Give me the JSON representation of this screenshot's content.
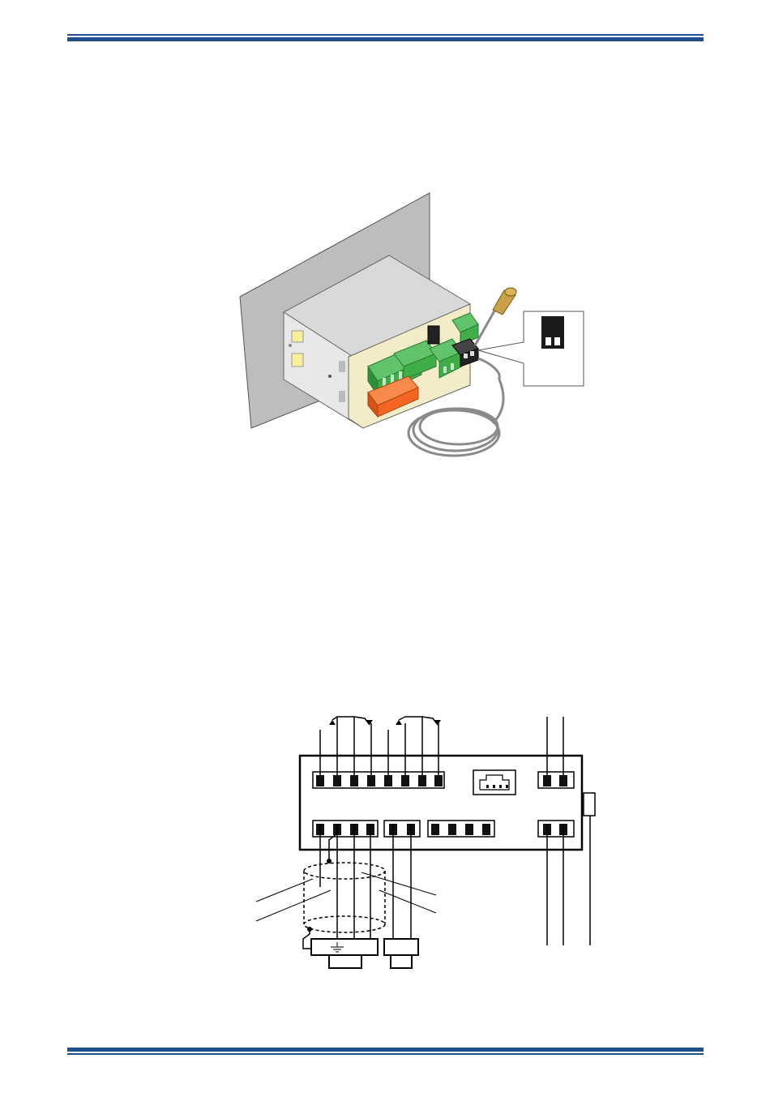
{
  "colors": {
    "rule": "#1f4e8c",
    "panel": "#bdbdbd",
    "housing": "#f2ecc8",
    "terminal_green": "#3fae49",
    "terminal_orange": "#f26522",
    "screwdriver_handle": "#c8a24a",
    "cable": "#8a8a8a",
    "line": "#000000"
  },
  "figure_photo": {
    "description_icon": "controller-rear-view-illustration",
    "dip_switch_positions": 2
  },
  "figure_wiring": {
    "top_terminals": 8,
    "top_right_terminals": 2,
    "bottom_left_terminals": 4,
    "bottom_mid_terminals": 2,
    "bottom_block_terminals": 4,
    "bottom_right_terminals": 2,
    "connector_pins": 4
  }
}
